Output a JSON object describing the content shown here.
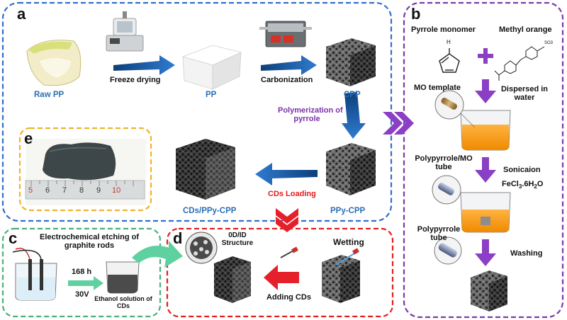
{
  "colors": {
    "panel_a": "#2f6fc9",
    "panel_b": "#7a3aa8",
    "panel_c": "#4caf7a",
    "panel_d": "#e02020",
    "panel_e": "#f0b429",
    "blue_arrow": "#1f5fa8",
    "purple_arrow": "#8a3fc4",
    "red_arrow": "#e5202a",
    "green_arrow": "#5fd1a0"
  },
  "panels": {
    "a": "a",
    "b": "b",
    "c": "c",
    "d": "d",
    "e": "e"
  },
  "panel_a": {
    "raw_pp": "Raw PP",
    "freeze_drying": "Freeze drying",
    "pp": "PP",
    "carbonization": "Carbonization",
    "cpp": "CPP",
    "polymerization_line1": "Polymerization of",
    "polymerization_line2": "pyrrole",
    "cds_loading": "CDs Loading",
    "ppy_cpp": "PPy-CPP",
    "cds_ppy_cpp": "CDs/PPy-CPP"
  },
  "panel_b": {
    "pyrrole_monomer": "Pyrrole monomer",
    "methyl_orange": "Methyl orange",
    "mo_template": "MO template",
    "dispersed_line1": "Dispersed in",
    "dispersed_line2": "water",
    "ppy_mo_line1": "Polypyrrole/MO",
    "ppy_mo_line2": "tube",
    "sonication": "Sonicaion",
    "fecl3": "FeCl",
    "fecl3_sub1": "3",
    "fecl3_mid": ".6H",
    "fecl3_sub2": "2",
    "fecl3_end": "O",
    "ppy_tube_line1": "Polypyrrole",
    "ppy_tube_line2": "tube",
    "washing": "Washing",
    "pyrrole_h": "H",
    "pyrrole_n": "N",
    "so3": "SO3"
  },
  "panel_c": {
    "title_line1": "Electrochemical etching of",
    "title_line2": "graphite rods",
    "time": "168 h",
    "voltage": "30V",
    "solution_line1": "Ethanol solution of",
    "solution_line2": "CDs"
  },
  "panel_d": {
    "structure_line1": "0D/ID",
    "structure_line2": "Structure",
    "wetting": "Wetting",
    "adding_cds": "Adding CDs"
  },
  "panel_e": {
    "ruler_numbers": [
      "5",
      "6",
      "7",
      "8",
      "9",
      "10"
    ]
  }
}
